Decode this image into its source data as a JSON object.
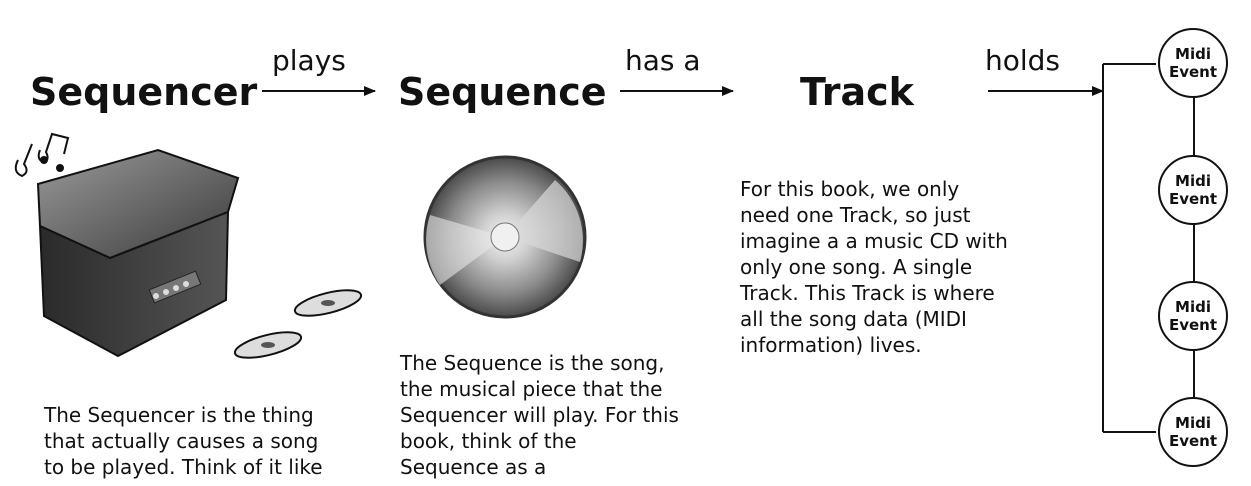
{
  "nodes": {
    "sequencer": {
      "title": "Sequencer",
      "caption": "The Sequencer is the thing that actually causes a song to be played. Think of it like"
    },
    "sequence": {
      "title": "Sequence",
      "caption": "The Sequence is the song, the musical piece that the Sequencer will play. For this book, think of the Sequence as a"
    },
    "track": {
      "title": "Track",
      "caption": "For this book, we only need one Track, so just imagine a a music CD with only one song. A single Track. This Track is where all the song data (MIDI information) lives."
    }
  },
  "edges": {
    "plays": "plays",
    "has_a": "has a",
    "holds": "holds"
  },
  "midi_events": [
    {
      "line1": "Midi",
      "line2": "Event"
    },
    {
      "line1": "Midi",
      "line2": "Event"
    },
    {
      "line1": "Midi",
      "line2": "Event"
    },
    {
      "line1": "Midi",
      "line2": "Event"
    }
  ],
  "colors": {
    "ink": "#111111",
    "device_body": "#3a3a3a",
    "disc": "#8a8a8a"
  },
  "icons": {
    "sequencer_image": "sequencer-device-icon",
    "sequence_image": "cd-disc-icon"
  }
}
